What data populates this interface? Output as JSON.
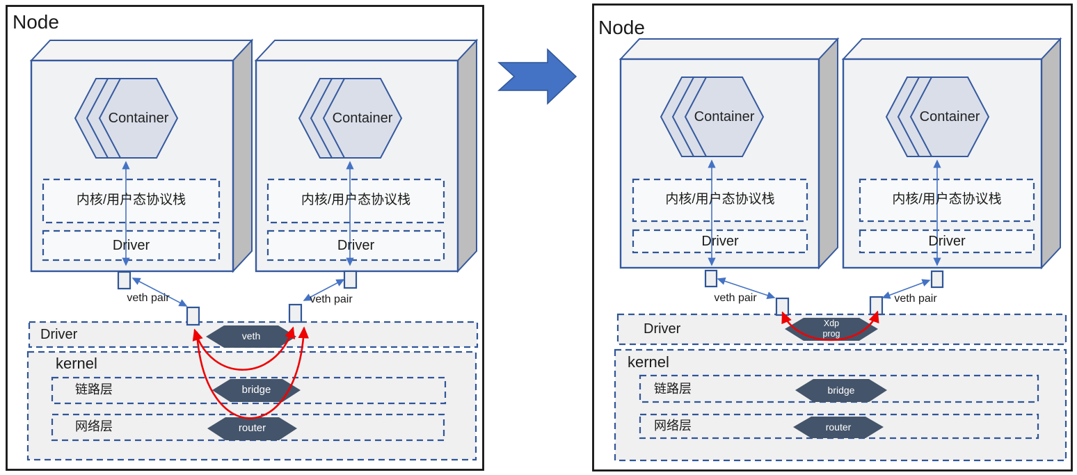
{
  "colors": {
    "shape_border_blue": "#35599e",
    "dashed_border_blue": "#2f5597",
    "arrow_blue": "#4472c4",
    "dark_hex_fill": "#44546a",
    "red_arrow": "#ee0202",
    "pod_face": "#f1f2f4",
    "pod_top": "#f4f4f5",
    "pod_side": "#bdbdbd",
    "container_hex_fill": "#d9dee9",
    "kernel_fill": "#f0f0f1",
    "panel_border": "#141414"
  },
  "left": {
    "node": "Node",
    "pod1": {
      "container": "Container",
      "stack": "内核/用户态协议栈",
      "driver": "Driver"
    },
    "pod2": {
      "container": "Container",
      "stack": "内核/用户态协议栈",
      "driver": "Driver"
    },
    "veth_pair_1": "veth pair",
    "veth_pair_2": "veth pair",
    "driver_strip": "Driver",
    "kernel": "kernel",
    "link_layer": "链路层",
    "network_layer": "网络层",
    "veth": "veth",
    "bridge": "bridge",
    "router": "router"
  },
  "right": {
    "node": "Node",
    "pod1": {
      "container": "Container",
      "stack": "内核/用户态协议栈",
      "driver": "Driver"
    },
    "pod2": {
      "container": "Container",
      "stack": "内核/用户态协议栈",
      "driver": "Driver"
    },
    "veth_pair_1": "veth pair",
    "veth_pair_2": "veth pair",
    "driver_strip": "Driver",
    "kernel": "kernel",
    "link_layer": "链路层",
    "network_layer": "网络层",
    "xdp_line1": "Xdp",
    "xdp_line2": "prog",
    "bridge": "bridge",
    "router": "router"
  }
}
